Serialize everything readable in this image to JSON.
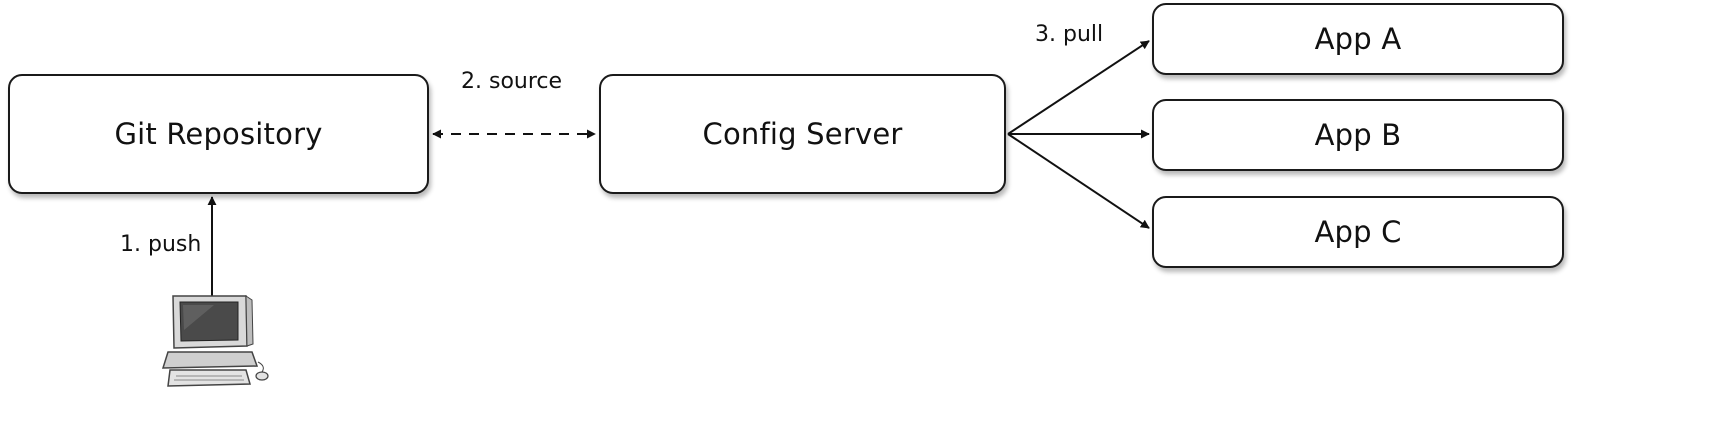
{
  "diagram": {
    "nodes": {
      "git": "Git Repository",
      "config": "Config Server",
      "app_a": "App A",
      "app_b": "App B",
      "app_c": "App C"
    },
    "edges": {
      "push": "1. push",
      "source": "2. source",
      "pull": "3. pull"
    },
    "icons": {
      "workstation": "desktop-computer-icon"
    }
  }
}
